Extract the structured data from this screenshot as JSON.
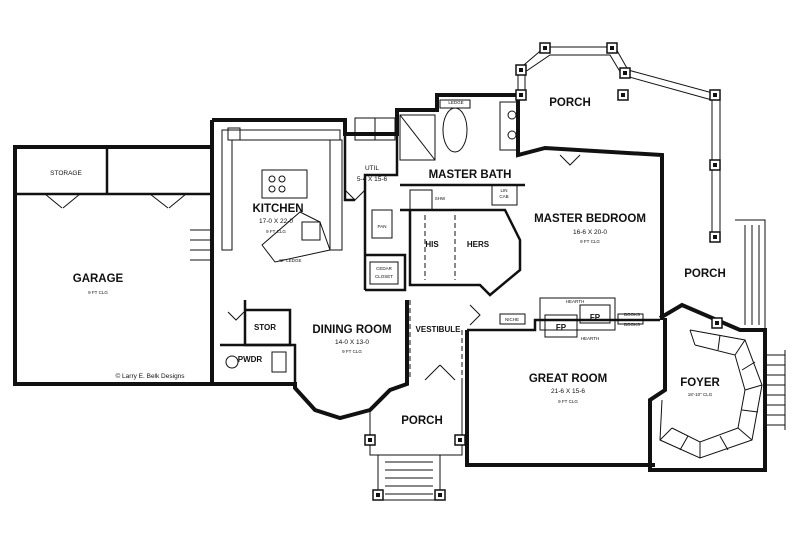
{
  "rooms": {
    "garage": {
      "name": "GARAGE",
      "ceiling": "9 FT CLG"
    },
    "storage": {
      "name": "STORAGE"
    },
    "kitchen": {
      "name": "KITCHEN",
      "dims": "17-0 X 22-0",
      "ceiling": "9 FT CLG"
    },
    "util": {
      "name": "UTIL",
      "dims": "5-4 X 15-6"
    },
    "master_bath": {
      "name": "MASTER BATH"
    },
    "master_bedroom": {
      "name": "MASTER BEDROOM",
      "dims": "16-6 X 20-0",
      "ceiling": "9 FT CLG"
    },
    "dining": {
      "name": "DINING ROOM",
      "dims": "14-0 X 13-0",
      "ceiling": "9 FT CLG"
    },
    "great": {
      "name": "GREAT ROOM",
      "dims": "21-6 X 15-6",
      "ceiling": "9 FT CLG"
    },
    "foyer": {
      "name": "FOYER",
      "ceiling": "18'-10\" CLG"
    },
    "vestibule": {
      "name": "VESTIBULE"
    },
    "his": {
      "name": "HIS"
    },
    "hers": {
      "name": "HERS"
    },
    "cedar": {
      "name": "CEDAR\nCLOSET",
      "line1": "CEDAR",
      "line2": "CLOSET"
    },
    "stor": {
      "name": "STOR"
    },
    "pwdr": {
      "name": "PWDR"
    },
    "pan": {
      "name": "PAN"
    },
    "lin_cab": {
      "line1": "LIN",
      "line2": "CAB"
    },
    "shw": {
      "name": "SHW"
    }
  },
  "porches": {
    "north": "PORCH",
    "east": "PORCH",
    "south": "PORCH"
  },
  "fixtures": {
    "fp": "FP",
    "hearth": "HEARTH",
    "books": "BOOKS",
    "niche": "NICHE",
    "ledge": "LEDGE",
    "counter_ledge": "42\" LEDGE",
    "closet": "CLOSET"
  },
  "credit": "© Larry E. Belk Designs"
}
